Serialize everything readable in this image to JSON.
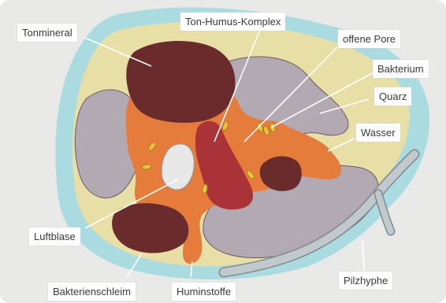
{
  "labels": {
    "tonmineral": "Tonmineral",
    "ton_humus_komplex": "Ton-Humus-Komplex",
    "offene_pore": "offene Pore",
    "bakterium": "Bakterium",
    "quarz": "Quarz",
    "wasser": "Wasser",
    "luftblase": "Luftblase",
    "bakterienschleim": "Bakterienschleim",
    "huminstoffe": "Huminstoffe",
    "pilzhyphe": "Pilzhyphe"
  },
  "colors": {
    "background": "#e9e9e7",
    "water": "#a9dbe0",
    "mucus": "#e8dfa6",
    "quartz": "#b3a9b2",
    "clay_mineral": "#6a2b2c",
    "humin": "#e67c3b",
    "clay_humus": "#a93336",
    "bacterium": "#e8c23a",
    "fungal_hypha": "#c2c9cc",
    "pore": "#cfe3e3"
  }
}
